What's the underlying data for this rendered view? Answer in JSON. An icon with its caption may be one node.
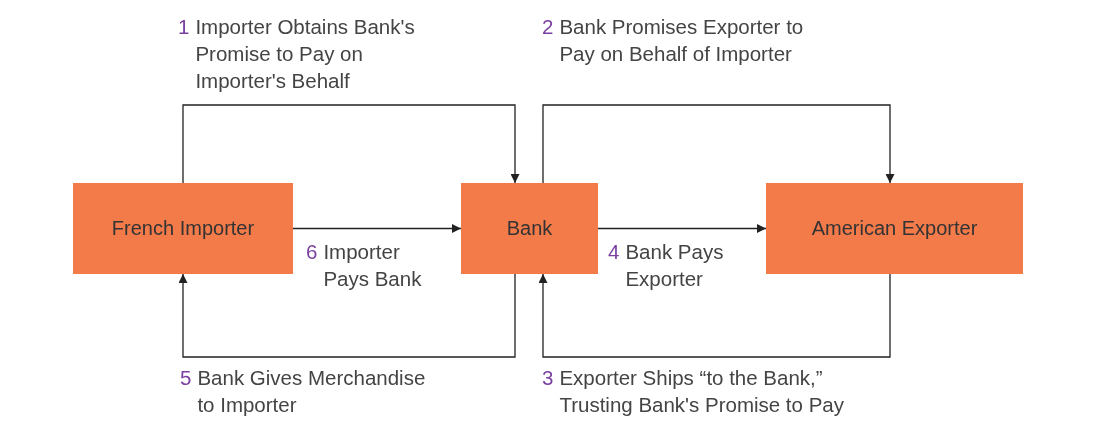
{
  "diagram": {
    "nodes": [
      {
        "text": [
          "French Importer"
        ]
      },
      {
        "text": [
          "Bank"
        ]
      },
      {
        "text": [
          "American Exporter"
        ]
      }
    ],
    "edges": [
      {
        "from": 0,
        "to": 1,
        "arrow": "to",
        "label": "1 Importer Obtains Bank's Promise to Pay on Importer's Behalf"
      },
      {
        "from": 1,
        "to": 2,
        "arrow": "to",
        "label": "2 Bank Promises Exporter to Pay on Behalf of Importer"
      },
      {
        "from": 2,
        "to": 1,
        "arrow": "to",
        "label": "3 Exporter Ships “to the Bank,” Trusting Bank's Promise to Pay"
      },
      {
        "from": 1,
        "to": 2,
        "arrow": "to",
        "label": "4 Bank Pays Exporter"
      },
      {
        "from": 1,
        "to": 0,
        "arrow": "to",
        "label": "5 Bank Gives Merchandise to Importer"
      },
      {
        "from": 0,
        "to": 1,
        "arrow": "to",
        "label": "6 Importer Pays Bank"
      }
    ]
  }
}
